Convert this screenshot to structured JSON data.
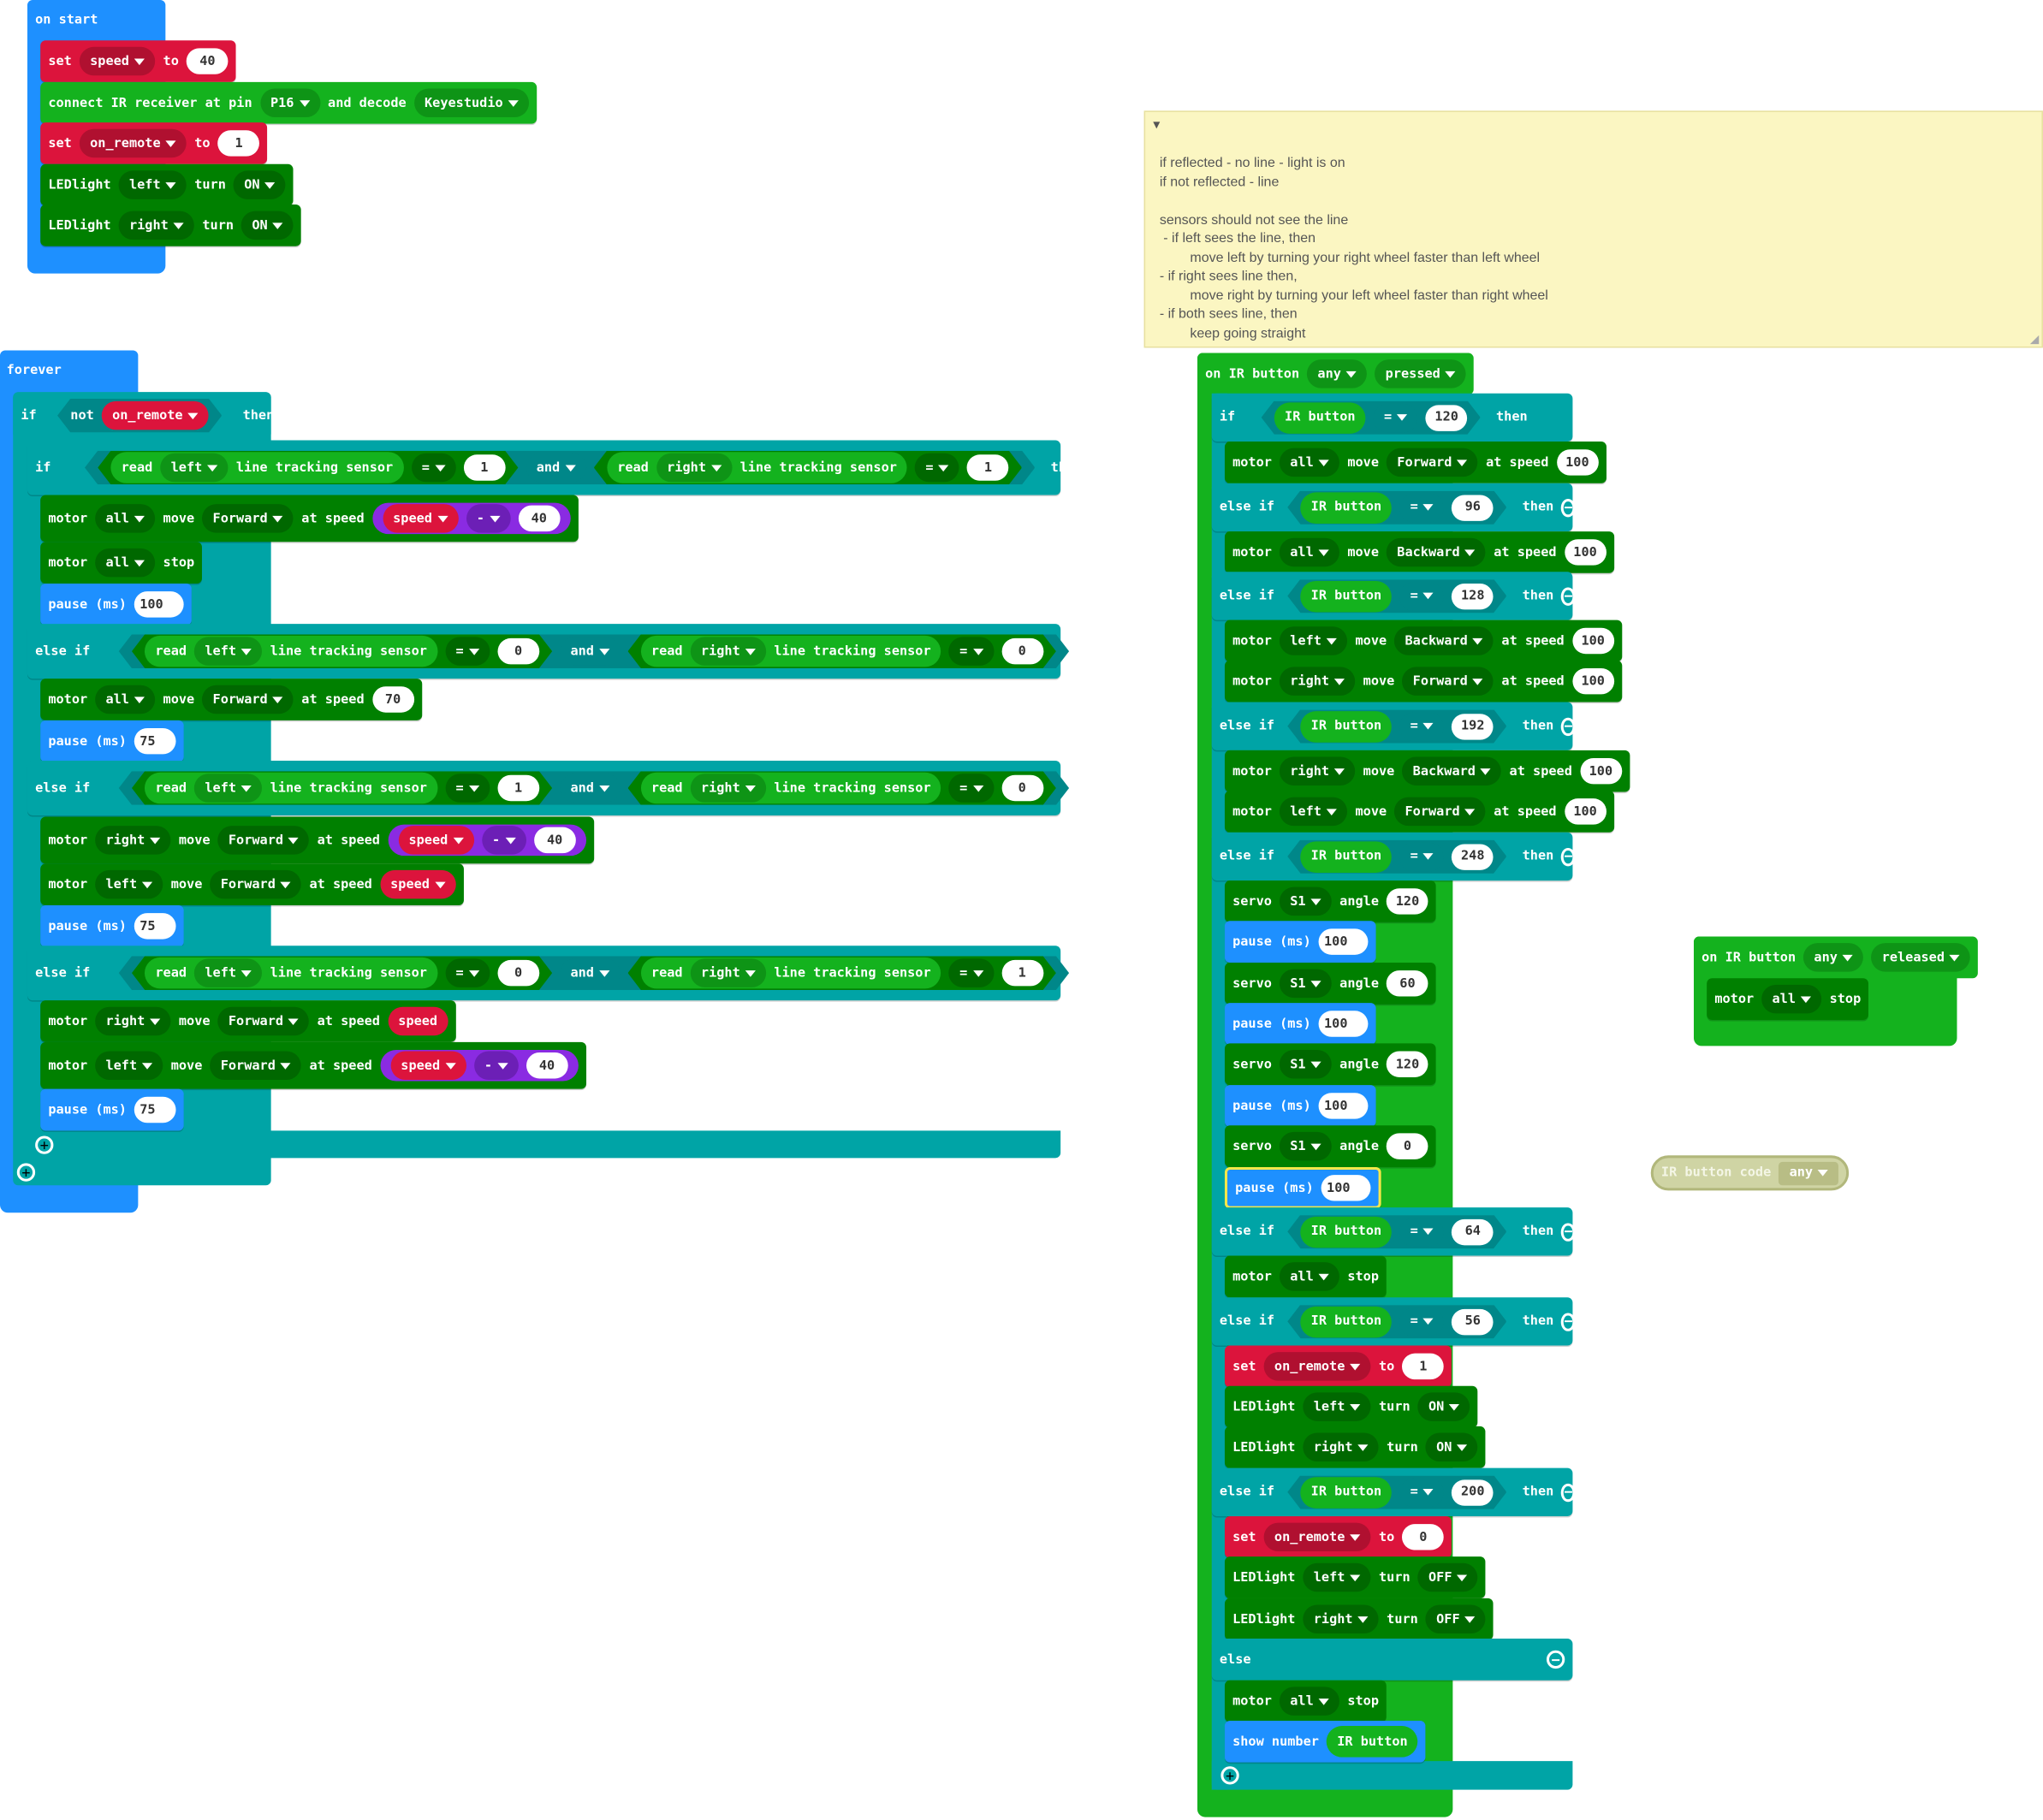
{
  "on_start": {
    "label": "on start",
    "set_label": "set",
    "var_speed": "speed",
    "to_label": "to",
    "speed_value": "40",
    "ir_connect_label": "connect IR receiver at pin",
    "pin": "P16",
    "decode_label": "and decode",
    "decoder": "Keyestudio",
    "var_on_remote": "on_remote",
    "on_remote_value": "1",
    "ledlight_label": "LEDlight",
    "left": "left",
    "right": "right",
    "turn_label": "turn",
    "on_state": "ON"
  },
  "forever": {
    "label": "forever",
    "if_label": "if",
    "not_label": "not",
    "var_on_remote": "on_remote",
    "then_label": "then",
    "else_if_label": "else if",
    "read_label": "read",
    "left": "left",
    "right": "right",
    "lts_label": "line tracking sensor",
    "eq": "=",
    "and_label": "and",
    "motor_label": "motor",
    "all": "all",
    "move_label": "move",
    "forward": "Forward",
    "at_speed_label": "at speed",
    "var_speed": "speed",
    "minus": "-",
    "stop_label": "stop",
    "pause_label": "pause (ms)",
    "v0": "0",
    "v1": "1",
    "v40": "40",
    "v70": "70",
    "v75": "75",
    "v100": "100"
  },
  "comment": {
    "collapse_glyph": "▾",
    "text": "if reflected - no line - light is on\nif not reflected - line\n\nsensors should not see the line\n - if left sees the line, then\n        move left by turning your right wheel faster than left wheel\n- if right sees line then,\n        move right by turning your left wheel faster than right wheel\n- if both sees line, then\n        keep going straight"
  },
  "ir_pressed": {
    "on_label": "on IR button",
    "any": "any",
    "pressed": "pressed",
    "if_label": "if",
    "else_if_label": "else if",
    "else_label": "else",
    "then_label": "then",
    "ir_button": "IR button",
    "eq": "=",
    "motor_label": "motor",
    "all": "all",
    "left": "left",
    "right": "right",
    "move_label": "move",
    "forward": "Forward",
    "backward": "Backward",
    "at_speed_label": "at speed",
    "stop_label": "stop",
    "servo_label": "servo",
    "s1": "S1",
    "angle_label": "angle",
    "pause_label": "pause (ms)",
    "set_label": "set",
    "var_on_remote": "on_remote",
    "to_label": "to",
    "ledlight_label": "LEDlight",
    "turn_label": "turn",
    "on_state": "ON",
    "off_state": "OFF",
    "show_number_label": "show number",
    "c120": "120",
    "c96": "96",
    "c128": "128",
    "c192": "192",
    "c248": "248",
    "c64": "64",
    "c56": "56",
    "c200": "200",
    "v100": "100",
    "v120": "120",
    "v60": "60",
    "v0": "0",
    "v1": "1"
  },
  "ir_released": {
    "on_label": "on IR button",
    "any": "any",
    "released": "released",
    "motor_label": "motor",
    "all": "all",
    "stop_label": "stop"
  },
  "ir_code": {
    "label": "IR button code",
    "any": "any"
  }
}
